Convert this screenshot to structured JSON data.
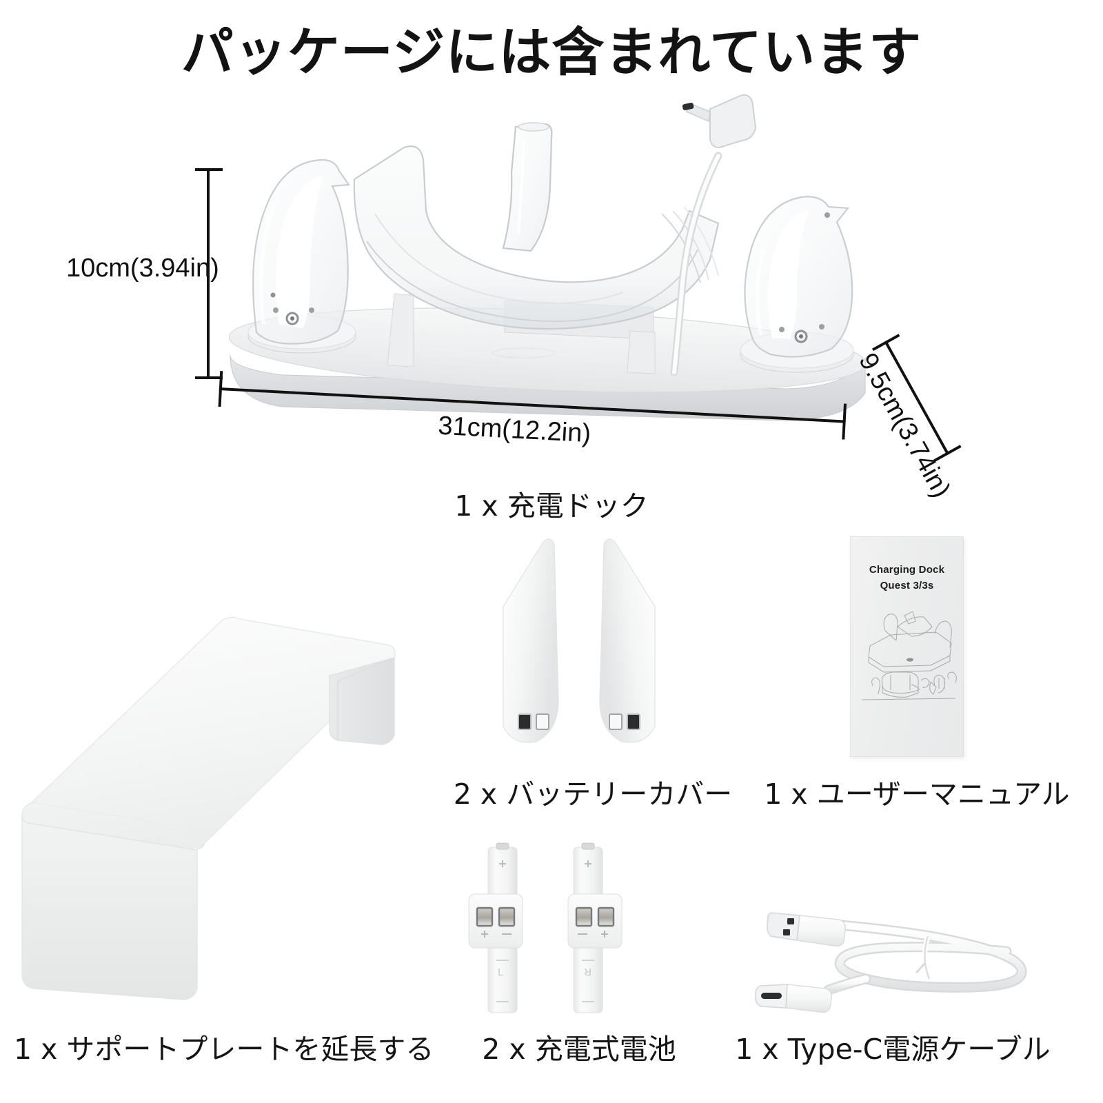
{
  "title": "パッケージには含まれています",
  "hero": {
    "name": "charging-dock-hero",
    "dimensions": {
      "height": "10cm(3.94in)",
      "width": "31cm(12.2in)",
      "depth": "9.5cm(3.74in)"
    },
    "caption": "1 x 充電ドック"
  },
  "items": [
    {
      "id": "battery-covers",
      "caption": "2 x バッテリーカバー",
      "qty": "2"
    },
    {
      "id": "user-manual",
      "caption": "1 x ユーザーマニュアル",
      "qty": "1",
      "booklet_line1": "Charging Dock",
      "booklet_line2": "Quest 3/3s"
    },
    {
      "id": "support-plate",
      "caption": "1 x サポートプレートを延長する",
      "qty": "1"
    },
    {
      "id": "rechargeable-batteries",
      "caption": "2 x 充電式電池",
      "qty": "2"
    },
    {
      "id": "type-c-cable",
      "caption": "1 x Type-C電源ケーブル",
      "qty": "1"
    }
  ],
  "colors": {
    "background": "#ffffff",
    "text": "#151515",
    "product_white": "#f1f2f3",
    "product_shadow": "#d8dadc",
    "dimension_line": "#111111"
  }
}
